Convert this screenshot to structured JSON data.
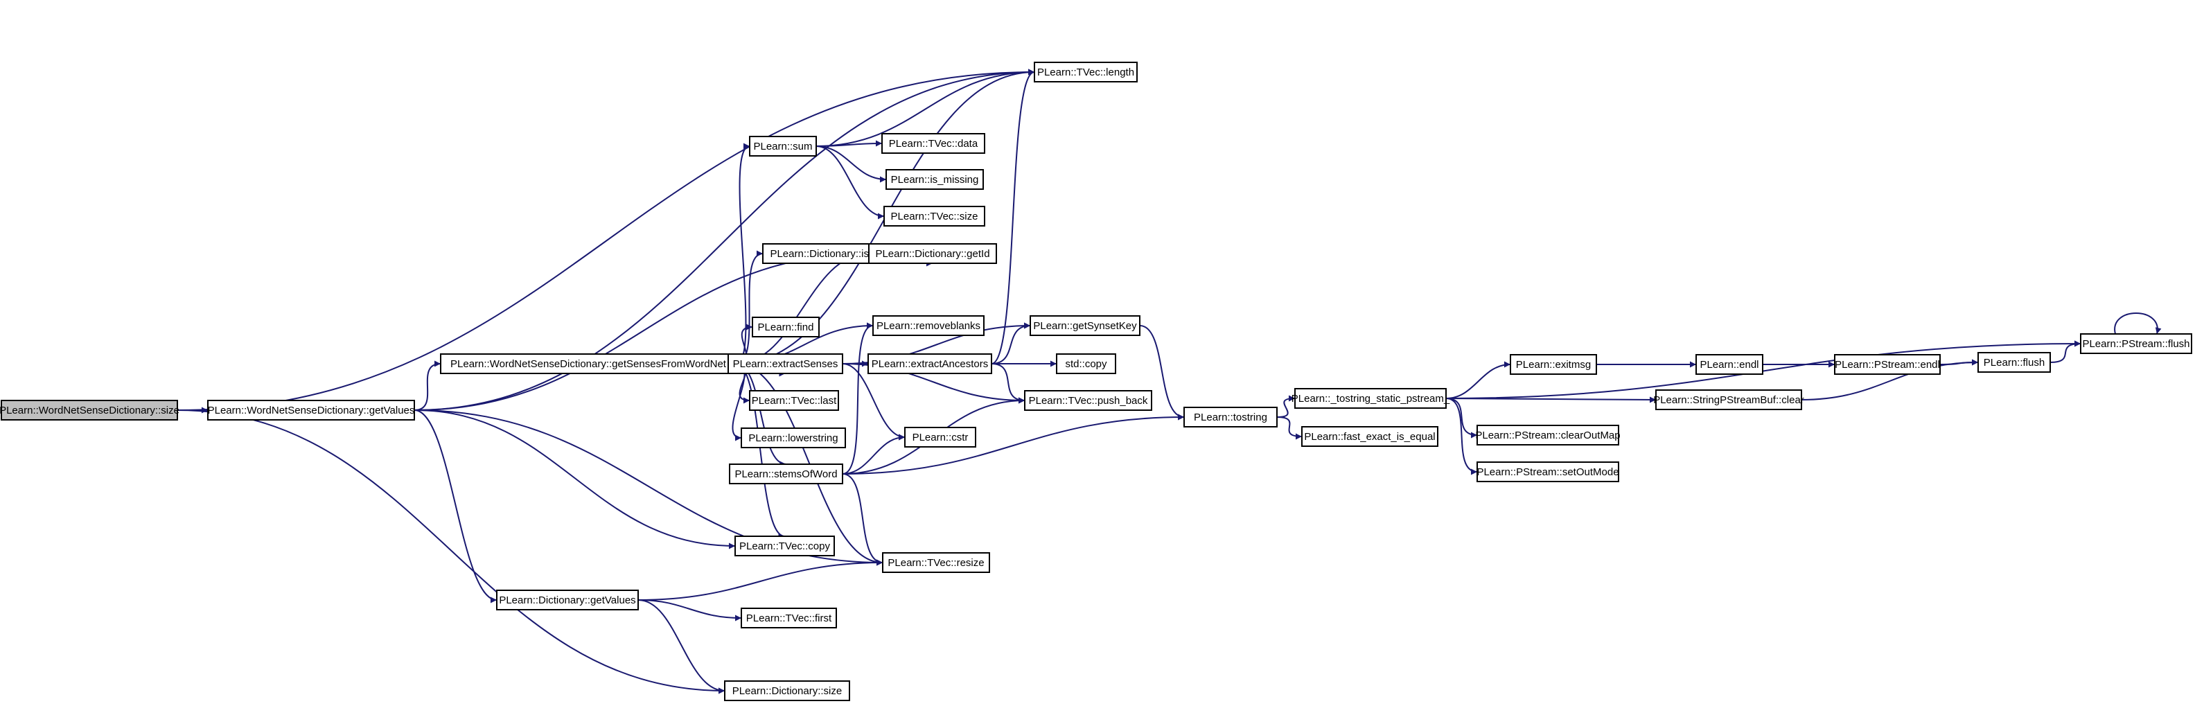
{
  "graph": {
    "nodes": [
      {
        "id": "root",
        "label": "PLearn::WordNetSenseDictionary::size",
        "root": true
      },
      {
        "id": "wnsd_getValues",
        "label": "PLearn::WordNetSenseDictionary::getValues"
      },
      {
        "id": "getSensesFromWordNet",
        "label": "PLearn::WordNetSenseDictionary::getSensesFromWordNet"
      },
      {
        "id": "dict_getValues",
        "label": "PLearn::Dictionary::getValues"
      },
      {
        "id": "tvec_length",
        "label": "PLearn::TVec::length"
      },
      {
        "id": "sum",
        "label": "PLearn::sum"
      },
      {
        "id": "tvec_data",
        "label": "PLearn::TVec::data"
      },
      {
        "id": "is_missing",
        "label": "PLearn::is_missing"
      },
      {
        "id": "tvec_size",
        "label": "PLearn::TVec::size"
      },
      {
        "id": "dict_isIn",
        "label": "PLearn::Dictionary::isIn"
      },
      {
        "id": "dict_getId",
        "label": "PLearn::Dictionary::getId"
      },
      {
        "id": "find",
        "label": "PLearn::find"
      },
      {
        "id": "removeblanks",
        "label": "PLearn::removeblanks"
      },
      {
        "id": "extractSenses",
        "label": "PLearn::extractSenses"
      },
      {
        "id": "extractAncestors",
        "label": "PLearn::extractAncestors"
      },
      {
        "id": "getSynsetKey",
        "label": "PLearn::getSynsetKey"
      },
      {
        "id": "std_copy",
        "label": "std::copy"
      },
      {
        "id": "push_back",
        "label": "PLearn::TVec::push_back"
      },
      {
        "id": "tvec_last",
        "label": "PLearn::TVec::last"
      },
      {
        "id": "lowerstring",
        "label": "PLearn::lowerstring"
      },
      {
        "id": "cstr",
        "label": "PLearn::cstr"
      },
      {
        "id": "stemsOfWord",
        "label": "PLearn::stemsOfWord"
      },
      {
        "id": "tvec_copy",
        "label": "PLearn::TVec::copy"
      },
      {
        "id": "tvec_resize",
        "label": "PLearn::TVec::resize"
      },
      {
        "id": "tvec_first",
        "label": "PLearn::TVec::first"
      },
      {
        "id": "dict_size",
        "label": "PLearn::Dictionary::size"
      },
      {
        "id": "tostring",
        "label": "PLearn::tostring"
      },
      {
        "id": "fast_exact",
        "label": "PLearn::fast_exact_is_equal"
      },
      {
        "id": "tostring_static",
        "label": "PLearn::_tostring_static_pstream_"
      },
      {
        "id": "exitmsg",
        "label": "PLearn::exitmsg"
      },
      {
        "id": "endl",
        "label": "PLearn::endl"
      },
      {
        "id": "pstream_endl",
        "label": "PLearn::PStream::endl"
      },
      {
        "id": "plearn_flush",
        "label": "PLearn::flush"
      },
      {
        "id": "pstream_flush",
        "label": "PLearn::PStream::flush"
      },
      {
        "id": "strbuf_clear",
        "label": "PLearn::StringPStreamBuf::clear"
      },
      {
        "id": "clearOutMap",
        "label": "PLearn::PStream::clearOutMap"
      },
      {
        "id": "setOutMode",
        "label": "PLearn::PStream::setOutMode"
      }
    ],
    "edges": [
      [
        "root",
        "wnsd_getValues"
      ],
      [
        "root",
        "tvec_length"
      ],
      [
        "root",
        "dict_size"
      ],
      [
        "wnsd_getValues",
        "tvec_length"
      ],
      [
        "wnsd_getValues",
        "dict_getId"
      ],
      [
        "wnsd_getValues",
        "getSensesFromWordNet"
      ],
      [
        "wnsd_getValues",
        "tvec_copy"
      ],
      [
        "wnsd_getValues",
        "dict_getValues"
      ],
      [
        "wnsd_getValues",
        "tvec_resize"
      ],
      [
        "getSensesFromWordNet",
        "tvec_length"
      ],
      [
        "getSensesFromWordNet",
        "sum"
      ],
      [
        "getSensesFromWordNet",
        "dict_getId"
      ],
      [
        "getSensesFromWordNet",
        "dict_isIn"
      ],
      [
        "getSensesFromWordNet",
        "removeblanks"
      ],
      [
        "getSensesFromWordNet",
        "find"
      ],
      [
        "getSensesFromWordNet",
        "extractSenses"
      ],
      [
        "getSensesFromWordNet",
        "tvec_last"
      ],
      [
        "getSensesFromWordNet",
        "lowerstring"
      ],
      [
        "getSensesFromWordNet",
        "stemsOfWord"
      ],
      [
        "getSensesFromWordNet",
        "tvec_copy"
      ],
      [
        "getSensesFromWordNet",
        "tvec_resize"
      ],
      [
        "sum",
        "tvec_length"
      ],
      [
        "sum",
        "tvec_data"
      ],
      [
        "sum",
        "is_missing"
      ],
      [
        "sum",
        "tvec_size"
      ],
      [
        "dict_isIn",
        "dict_getId"
      ],
      [
        "extractSenses",
        "getSynsetKey"
      ],
      [
        "extractSenses",
        "extractAncestors"
      ],
      [
        "extractSenses",
        "push_back"
      ],
      [
        "extractSenses",
        "cstr"
      ],
      [
        "extractAncestors",
        "tvec_length"
      ],
      [
        "extractAncestors",
        "getSynsetKey"
      ],
      [
        "extractAncestors",
        "std_copy"
      ],
      [
        "extractAncestors",
        "push_back"
      ],
      [
        "getSynsetKey",
        "tostring"
      ],
      [
        "stemsOfWord",
        "removeblanks"
      ],
      [
        "stemsOfWord",
        "cstr"
      ],
      [
        "stemsOfWord",
        "push_back"
      ],
      [
        "stemsOfWord",
        "tostring"
      ],
      [
        "stemsOfWord",
        "tvec_resize"
      ],
      [
        "dict_getValues",
        "tvec_resize"
      ],
      [
        "dict_getValues",
        "tvec_first"
      ],
      [
        "dict_getValues",
        "dict_size"
      ],
      [
        "tostring",
        "tostring_static"
      ],
      [
        "tostring",
        "fast_exact"
      ],
      [
        "tostring_static",
        "pstream_flush"
      ],
      [
        "tostring_static",
        "exitmsg"
      ],
      [
        "tostring_static",
        "strbuf_clear"
      ],
      [
        "tostring_static",
        "clearOutMap"
      ],
      [
        "tostring_static",
        "setOutMode"
      ],
      [
        "exitmsg",
        "endl"
      ],
      [
        "endl",
        "pstream_endl"
      ],
      [
        "pstream_endl",
        "plearn_flush"
      ],
      [
        "plearn_flush",
        "pstream_flush"
      ],
      [
        "strbuf_clear",
        "plearn_flush"
      ],
      [
        "pstream_flush",
        "pstream_flush"
      ]
    ]
  }
}
